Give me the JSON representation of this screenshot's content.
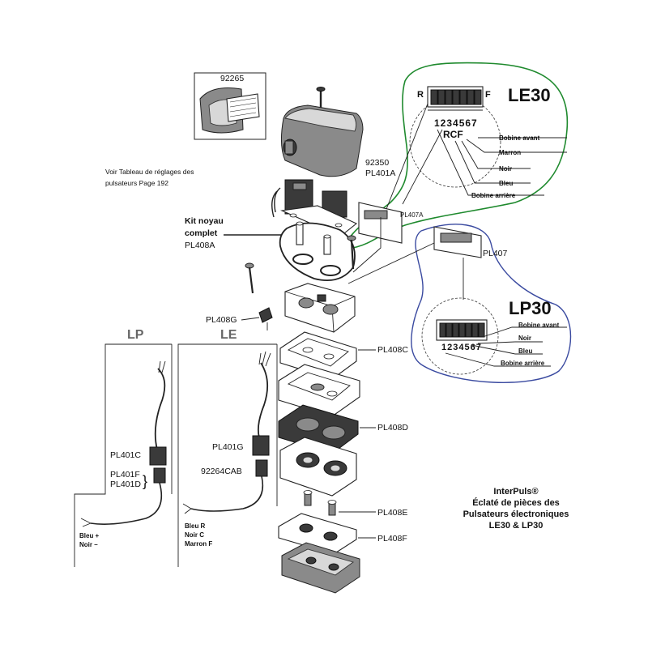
{
  "parts": {
    "p92265": "92265",
    "p92350": "92350",
    "pl401a": "PL401A",
    "pl407a": "PL407A",
    "pl407": "PL407",
    "pl408g": "PL408G",
    "pl408c": "PL408C",
    "pl408d": "PL408D",
    "pl408e": "PL408E",
    "pl408f": "PL408F",
    "pl401c": "PL401C",
    "pl401f": "PL401F",
    "pl401d": "PL401D",
    "pl401g": "PL401G",
    "p92264cab": "92264CAB"
  },
  "note": {
    "line1": "Voir Tableau de réglages des",
    "line2": "pulsateurs Page 192"
  },
  "kit": {
    "line1": "Kit noyau",
    "line2": "complet",
    "line3": "PL408A"
  },
  "le30": {
    "title": "LE30",
    "left_mark": "R",
    "right_mark": "F",
    "pin_numbers": "1234567",
    "pin_letters": "RCF",
    "wires": [
      "Bobine avant",
      "Marron",
      "Noir",
      "Bleu",
      "Bobine arrière"
    ]
  },
  "lp30": {
    "title": "LP30",
    "pin_numbers": "1234567",
    "wires": [
      "Bobine avant",
      "Noir",
      "Bleu",
      "Bobine arrière"
    ]
  },
  "cable_lp": {
    "title": "LP",
    "wire_line1": "Bleu +",
    "wire_line2": "Noir –"
  },
  "cable_le": {
    "title": "LE",
    "wire_line1": "Bleu R",
    "wire_line2": "Noir C",
    "wire_line3": "Marron F"
  },
  "caption": {
    "line1": "InterPuls®",
    "line2": "Éclaté de pièces des",
    "line3": "Pulsateurs électroniques",
    "line4": "LE30 & LP30"
  },
  "colors": {
    "le30_outline": "#1f8a2e",
    "lp30_outline": "#3a4aa0",
    "ink": "#111111"
  }
}
